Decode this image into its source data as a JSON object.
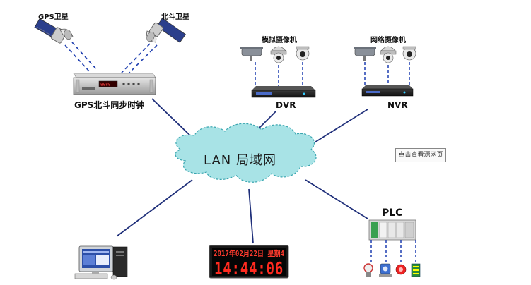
{
  "labels": {
    "gps_satellite": "GPS卫星",
    "beidou_satellite": "北斗卫星",
    "analog_camera": "模拟摄像机",
    "network_camera": "网络摄像机",
    "clock_device": "GPS北斗同步时钟",
    "dvr": "DVR",
    "nvr": "NVR",
    "lan": "LAN  局域网",
    "plc": "PLC",
    "view_source": "点击查看源网页"
  },
  "clock_display": {
    "date": "2017年02月22日 星期4",
    "time": "14:44:06"
  },
  "device_panel": {
    "readout": "8888"
  },
  "colors": {
    "cloud_fill": "#a8e3e6",
    "cloud_stroke": "#3aa6b0",
    "line": "#1f2f7a",
    "dash": "#1f3fb0",
    "led_red": "#ff2a1f"
  }
}
